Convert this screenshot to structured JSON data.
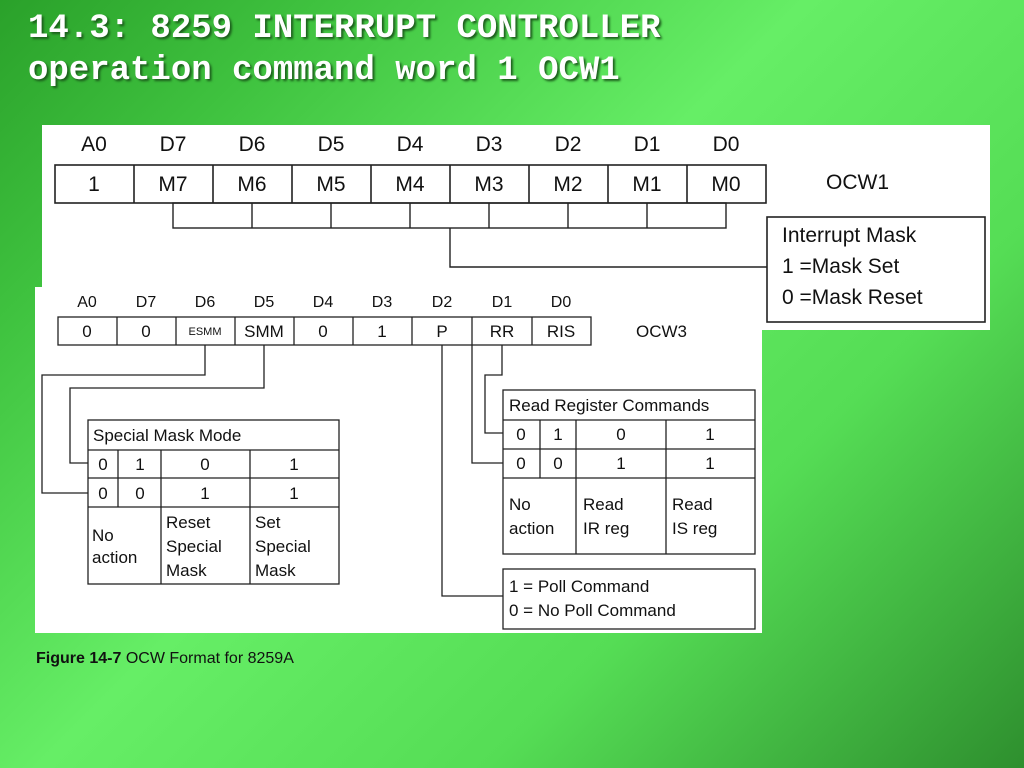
{
  "title": {
    "line1": "14.3: 8259 INTERRUPT CONTROLLER",
    "line2": "operation command word 1 OCW1"
  },
  "ocw1": {
    "bit_headers": [
      "A0",
      "D7",
      "D6",
      "D5",
      "D4",
      "D3",
      "D2",
      "D1",
      "D0"
    ],
    "bit_values": [
      "1",
      "M7",
      "M6",
      "M5",
      "M4",
      "M3",
      "M2",
      "M1",
      "M0"
    ],
    "label": "OCW1",
    "mask_box": [
      "Interrupt Mask",
      "1 =Mask Set",
      "0 =Mask Reset"
    ]
  },
  "ocw3": {
    "bit_headers": [
      "A0",
      "D7",
      "D6",
      "D5",
      "D4",
      "D3",
      "D2",
      "D1",
      "D0"
    ],
    "bit_values": [
      "0",
      "0",
      "ESMM",
      "SMM",
      "0",
      "1",
      "P",
      "RR",
      "RIS"
    ],
    "label": "OCW3",
    "special_mask_mode": {
      "title": "Special Mask Mode",
      "row1": [
        "0",
        "1",
        "0",
        "1"
      ],
      "row2": [
        "0",
        "0",
        "1",
        "1"
      ],
      "desc1": [
        "No",
        "action"
      ],
      "desc2": [
        "Reset",
        "Special",
        "Mask"
      ],
      "desc3": [
        "Set",
        "Special",
        "Mask"
      ]
    },
    "read_register": {
      "title": "Read Register Commands",
      "row1": [
        "0",
        "1",
        "0",
        "1"
      ],
      "row2": [
        "0",
        "0",
        "1",
        "1"
      ],
      "desc1": [
        "No",
        "action"
      ],
      "desc2": [
        "Read",
        "IR reg"
      ],
      "desc3": [
        "Read",
        "IS reg"
      ]
    },
    "poll_box": [
      "1 = Poll Command",
      "0 = No Poll Command"
    ]
  },
  "caption": {
    "label": "Figure 14-7",
    "text": "OCW Format for 8259A"
  }
}
